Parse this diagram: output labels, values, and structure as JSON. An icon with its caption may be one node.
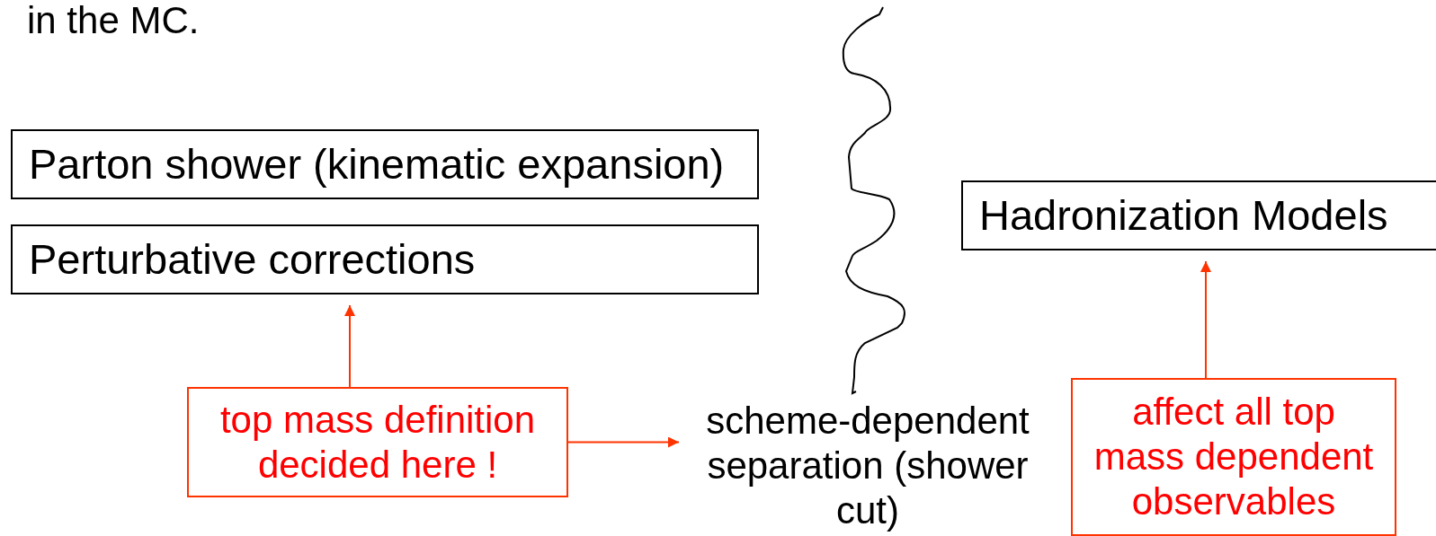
{
  "diagram": {
    "nodes": [
      {
        "text": [
          "Parton shower (kinematic expansion)"
        ]
      },
      {
        "text": [
          "Perturbative corrections"
        ]
      },
      {
        "text": [
          "Hadronization Models"
        ]
      },
      {
        "text": [
          "top mass definition decided here !"
        ]
      },
      {
        "text": [
          "scheme-dependent separation (shower cut)"
        ]
      },
      {
        "text": [
          "affect all top mass dependent observables"
        ]
      }
    ],
    "edges": [
      {
        "from": 3,
        "to": 1,
        "arrow": "to"
      },
      {
        "from": 3,
        "to": 4,
        "arrow": "to"
      },
      {
        "from": 5,
        "to": 2,
        "arrow": "to"
      }
    ],
    "labels": [
      "in the MC."
    ]
  }
}
